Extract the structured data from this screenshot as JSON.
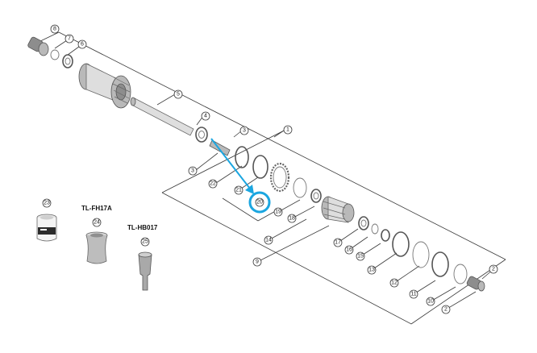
{
  "callouts": [
    {
      "id": "c8",
      "label": "8"
    },
    {
      "id": "c7",
      "label": "7"
    },
    {
      "id": "c6",
      "label": "6"
    },
    {
      "id": "c5",
      "label": "5"
    },
    {
      "id": "c4",
      "label": "4"
    },
    {
      "id": "c3a",
      "label": "3"
    },
    {
      "id": "c1",
      "label": "1"
    },
    {
      "id": "c3b",
      "label": "3"
    },
    {
      "id": "c22",
      "label": "22"
    },
    {
      "id": "c21",
      "label": "21"
    },
    {
      "id": "c20",
      "label": "20"
    },
    {
      "id": "c19",
      "label": "19"
    },
    {
      "id": "c18",
      "label": "18"
    },
    {
      "id": "c17",
      "label": "17"
    },
    {
      "id": "c16",
      "label": "16"
    },
    {
      "id": "c15",
      "label": "15"
    },
    {
      "id": "c14",
      "label": "14"
    },
    {
      "id": "c13",
      "label": "13"
    },
    {
      "id": "c12",
      "label": "12"
    },
    {
      "id": "c11",
      "label": "11"
    },
    {
      "id": "c10",
      "label": "10"
    },
    {
      "id": "c9",
      "label": "9"
    },
    {
      "id": "c2a",
      "label": "2"
    },
    {
      "id": "c2b",
      "label": "2"
    },
    {
      "id": "c23",
      "label": "23"
    },
    {
      "id": "c24",
      "label": "24"
    },
    {
      "id": "c25",
      "label": "25"
    }
  ],
  "tools": {
    "tl_fh17a": "TL-FH17A",
    "tl_hb017": "TL-HB017"
  },
  "colors": {
    "accent": "#1ba6e0",
    "line": "#3a3a3a"
  },
  "icons": {
    "grease_jar": "grease-jar-icon",
    "tool_sleeve": "tool-sleeve-icon",
    "tool_shaft": "tool-shaft-icon"
  }
}
